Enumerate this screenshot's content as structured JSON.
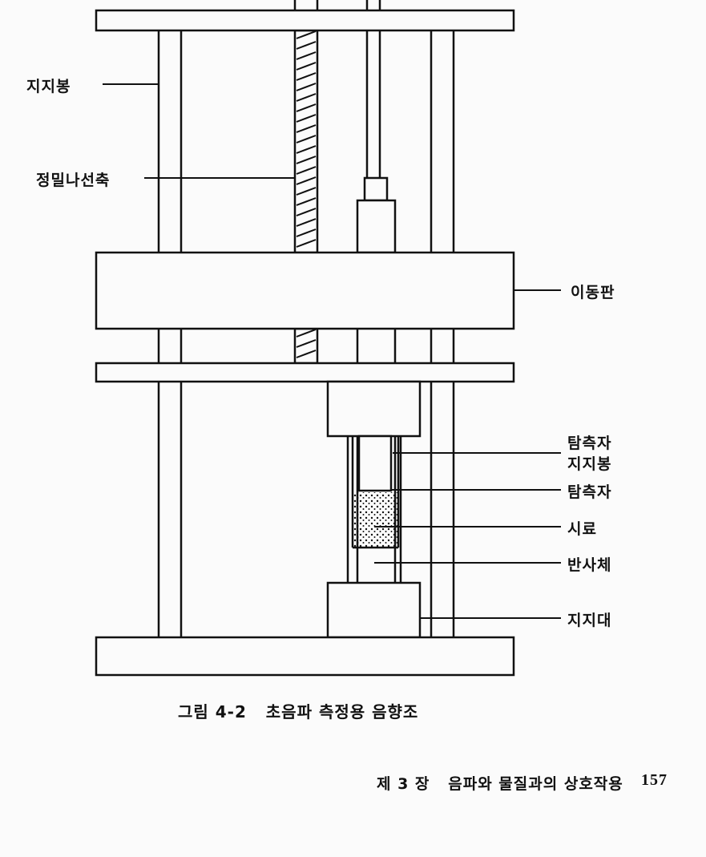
{
  "diagram": {
    "labels": {
      "support_rod": "지지봉",
      "precision_screw": "정밀나선축",
      "moving_plate": "이동판",
      "probe_support_1": "탐측자",
      "probe_support_2": "지지봉",
      "probe": "탐측자",
      "sample": "시료",
      "reflector": "반사체",
      "base_support": "지지대"
    }
  },
  "caption": "그림 4-2   초음파 측정용 음향조",
  "footer": {
    "chapter": "제 3 장   음파와 물질과의 상호작용",
    "page_number": "157"
  }
}
